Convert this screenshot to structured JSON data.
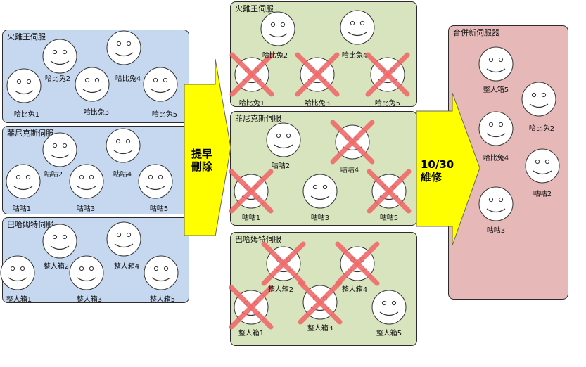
{
  "colors": {
    "left_panels": "#c6d8f0",
    "middle_panels": "#d7e4bd",
    "merged_panel": "#e6b9b8",
    "arrows": "#ffff00",
    "cross": "#f06a6a"
  },
  "left_panels": [
    {
      "title": "火雞王伺服",
      "faces": [
        {
          "label": "哈比兔1"
        },
        {
          "label": "哈比兔2"
        },
        {
          "label": "哈比兔3"
        },
        {
          "label": "哈比兔4"
        },
        {
          "label": "哈比兔5"
        }
      ]
    },
    {
      "title": "菲尼克斯伺服",
      "faces": [
        {
          "label": "咕咕1"
        },
        {
          "label": "咕咕2"
        },
        {
          "label": "咕咕3"
        },
        {
          "label": "咕咕4"
        },
        {
          "label": "咕咕5"
        }
      ]
    },
    {
      "title": "巴哈姆特伺服",
      "faces": [
        {
          "label": "整人箱1"
        },
        {
          "label": "整人箱2"
        },
        {
          "label": "整人箱3"
        },
        {
          "label": "整人箱4"
        },
        {
          "label": "整人箱5"
        }
      ]
    }
  ],
  "arrow_1": {
    "line1": "提早",
    "line2": "刪除"
  },
  "middle_panels": [
    {
      "title": "火雞王伺服",
      "faces": [
        {
          "label": "哈比兔1",
          "crossed": true
        },
        {
          "label": "哈比兔2",
          "crossed": false
        },
        {
          "label": "哈比兔3",
          "crossed": true
        },
        {
          "label": "哈比兔4",
          "crossed": false
        },
        {
          "label": "哈比兔5",
          "crossed": true
        }
      ]
    },
    {
      "title": "菲尼克斯伺服",
      "faces": [
        {
          "label": "咕咕1",
          "crossed": true
        },
        {
          "label": "咕咕2",
          "crossed": false
        },
        {
          "label": "咕咕3",
          "crossed": false
        },
        {
          "label": "咕咕4",
          "crossed": true
        },
        {
          "label": "咕咕5",
          "crossed": true
        }
      ]
    },
    {
      "title": "巴哈姆特伺服",
      "faces": [
        {
          "label": "整人箱1",
          "crossed": true
        },
        {
          "label": "整人箱2",
          "crossed": true
        },
        {
          "label": "整人箱3",
          "crossed": true
        },
        {
          "label": "整人箱4",
          "crossed": true
        },
        {
          "label": "整人箱5",
          "crossed": false
        }
      ]
    }
  ],
  "arrow_2": {
    "line1": "10/30",
    "line2": "維修"
  },
  "merged_panel": {
    "title": "合併新伺服器",
    "faces": [
      {
        "label": "整人箱5"
      },
      {
        "label": "哈比兔2"
      },
      {
        "label": "哈比兔4"
      },
      {
        "label": "咕咕2"
      },
      {
        "label": "咕咕3"
      }
    ]
  }
}
